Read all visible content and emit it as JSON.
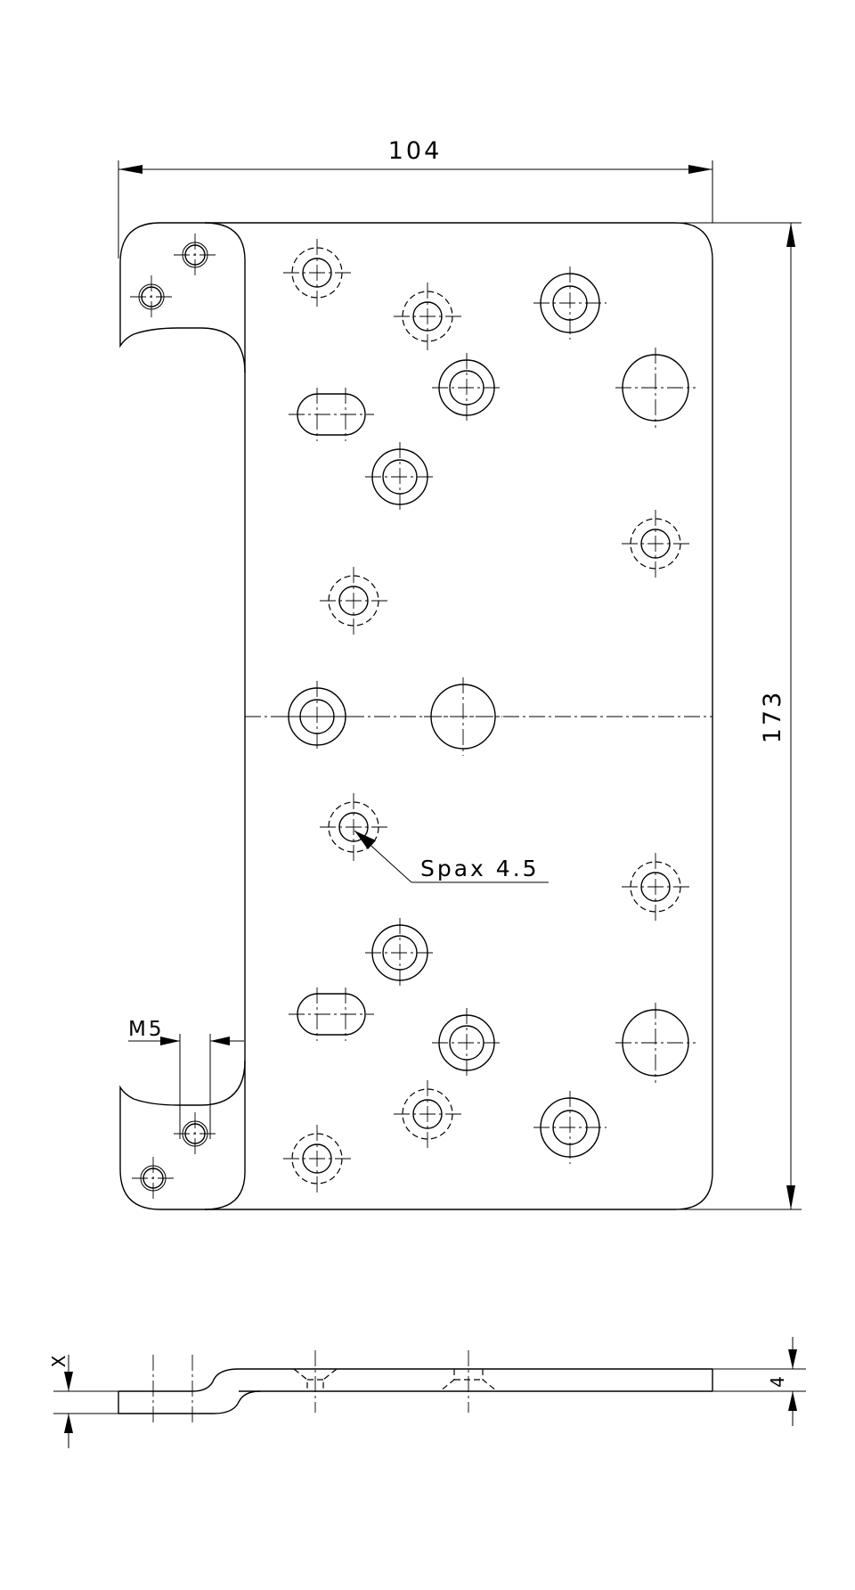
{
  "drawing": {
    "dim_width": "104",
    "dim_height": "173",
    "screw_callout": "Spax 4.5",
    "thread_callout": "M5",
    "thickness_label": "4",
    "offset_label": "X"
  }
}
